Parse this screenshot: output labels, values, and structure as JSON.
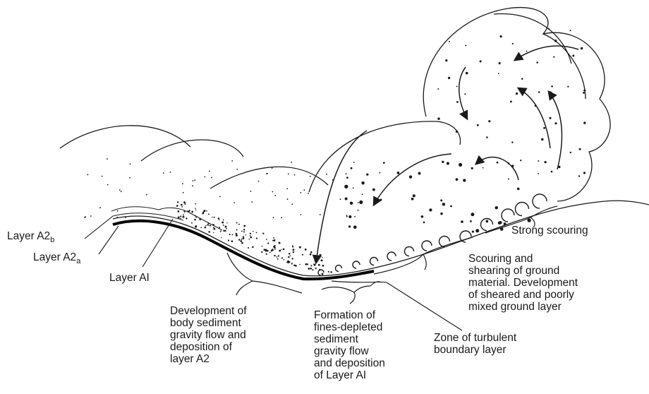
{
  "labels": {
    "layer_a2b": {
      "text": "Layer A2",
      "sub": "b"
    },
    "layer_a2a": {
      "text": "Layer A2",
      "sub": "a"
    },
    "layer_a1": "Layer AI",
    "strong_scouring": "Strong scouring",
    "scouring_shearing": "Scouring and\nshearing of ground\nmaterial. Development\nof sheared and poorly\nmixed ground layer",
    "body_flow": "Development of\nbody sediment\ngravity flow and\ndeposition of\nlayer A2",
    "fines_depleted": "Formation of\nfines-depleted\nsediment\ngravity flow\nand deposition\nof Layer AI",
    "turbulent_zone": "Zone of turbulent\nboundary layer"
  }
}
